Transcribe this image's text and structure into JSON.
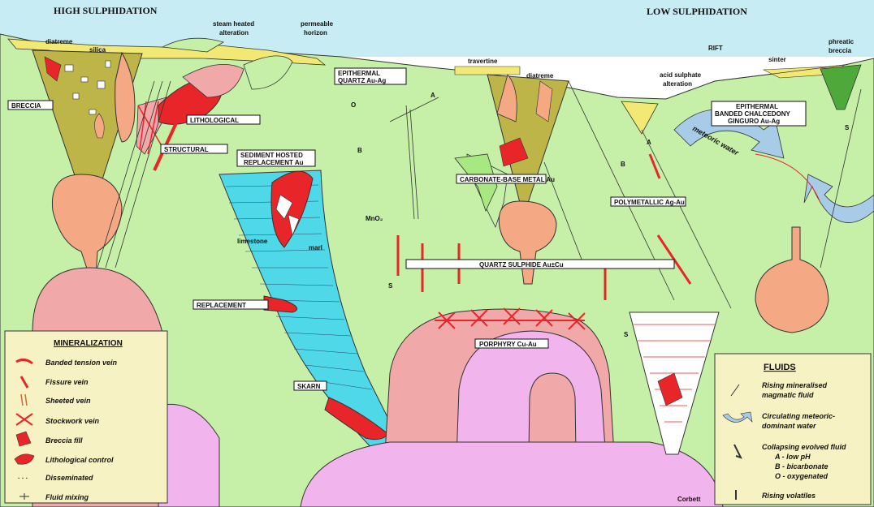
{
  "titles": {
    "high": "HIGH SULPHIDATION",
    "low": "LOW SULPHIDATION"
  },
  "labels": {
    "diatreme_left": "diatreme",
    "silica": "silica",
    "steam_heated": "steam heated",
    "alteration_1": "alteration",
    "permeable": "permeable",
    "horizon": "horizon",
    "breccia": "BRECCIA",
    "lithological": "LITHOLOGICAL",
    "structural": "STRUCTURAL",
    "epithermal_q1": "EPITHERMAL",
    "epithermal_q2": "QUARTZ Au-Ag",
    "travertine": "travertine",
    "diatreme_mid": "diatreme",
    "rift": "RIFT",
    "sinter": "sinter",
    "phreatic": "phreatic",
    "breccia_low": "breccia",
    "acid_sulphate": "acid sulphate",
    "alteration_2": "alteration",
    "epi_banded_1": "EPITHERMAL",
    "epi_banded_2": "BANDED CHALCEDONY",
    "epi_banded_3": "GINGURO Au-Ag",
    "sediment_1": "SEDIMENT HOSTED",
    "sediment_2": "REPLACEMENT Au",
    "carbonate": "CARBONATE-BASE METAL Au",
    "polymetallic": "POLYMETALLIC Ag-Au",
    "meteoric": "meteoric water",
    "limestone": "limestone",
    "marl": "marl",
    "mno2": "MnO₂",
    "quartz_sulphide": "QUARTZ SULPHIDE Au±Cu",
    "replacement": "REPLACEMENT",
    "skarn": "SKARN",
    "porphyry": "PORPHYRY Cu-Au",
    "letter_o": "O",
    "letter_b": "B",
    "letter_a": "A",
    "letter_s": "S",
    "corbett": "Corbett"
  },
  "legend_min": {
    "title": "MINERALIZATION",
    "items": [
      "Banded tension vein",
      "Fissure vein",
      "Sheeted vein",
      "Stockwork vein",
      "Breccia fill",
      "Lithological control",
      "Disseminated",
      "Fluid mixing"
    ]
  },
  "legend_fluids": {
    "title": "FLUIDS",
    "items": [
      "Rising mineralised",
      "magmatic fluid",
      "Circulating meteoric-",
      "dominant water",
      "Collapsing evolved fluid",
      "A - low pH",
      "B - bicarbonate",
      "O - oxygenated",
      "Rising volatiles"
    ]
  },
  "colors": {
    "sky": "#c8ecf4",
    "ground": "#c6f0a8",
    "yellow": "#f2e874",
    "olive": "#bdb548",
    "salmon": "#f5a884",
    "pink": "#f0a8a8",
    "magenta": "#f2b4ec",
    "cyan": "#4fd8e8",
    "red": "#e8262a",
    "legend": "#f7f2c4",
    "blue": "#a8cbe8"
  }
}
